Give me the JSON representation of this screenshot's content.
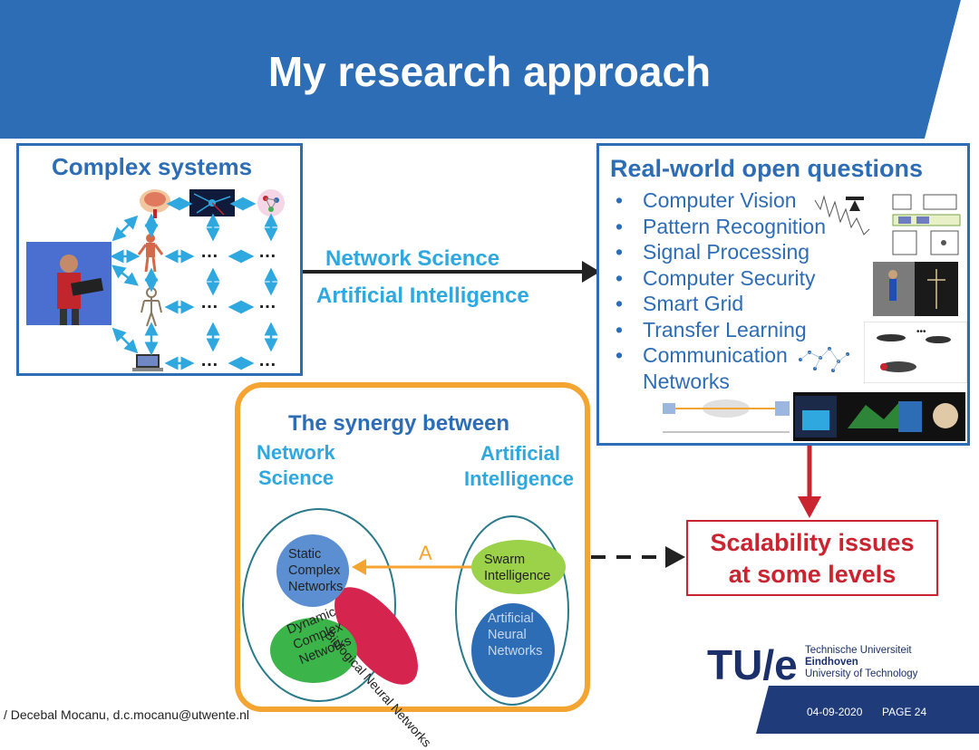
{
  "slide": {
    "title": "My research approach"
  },
  "complex_systems": {
    "title": "Complex systems",
    "ellipsis": "…"
  },
  "arrow_labels": {
    "line1": "Network Science",
    "line2": "Artificial Intelligence"
  },
  "open_questions": {
    "title": "Real-world open questions",
    "bullet": "•",
    "items": [
      "Computer Vision",
      "Pattern Recognition",
      "Signal Processing",
      "Computer Security",
      "Smart Grid",
      "Transfer Learning",
      "Communication",
      "Networks"
    ]
  },
  "synergy": {
    "title": "The synergy between",
    "left_title_1": "Network",
    "left_title_2": "Science",
    "right_title_1": "Artificial",
    "right_title_2": "Intelligence",
    "arrow_label": "A",
    "circles": {
      "static_1": "Static",
      "static_2": "Complex",
      "static_3": "Networks",
      "bio": "Biological Neural Networks",
      "dynamic_1": "Dynamic",
      "dynamic_2": "Complex",
      "dynamic_3": "Networks",
      "swarm_1": "Swarm",
      "swarm_2": "Intelligence",
      "ann_1": "Artificial",
      "ann_2": "Neural",
      "ann_3": "Networks"
    }
  },
  "scalability": {
    "line1": "Scalability issues",
    "line2": "at some levels"
  },
  "logo": {
    "mark": "TU/e",
    "line1": "Technische Universiteit",
    "line2": "Eindhoven",
    "line3": "University of Technology"
  },
  "footer": {
    "author": "/ Decebal Mocanu, d.c.mocanu@utwente.nl",
    "date": "04-09-2020",
    "page": "PAGE 24"
  },
  "colors": {
    "header_blue": "#2d6db5",
    "light_blue": "#2ea8df",
    "orange": "#f4a531",
    "red": "#c9242f",
    "green": "#3bb54a",
    "navy": "#1b2f6b"
  }
}
